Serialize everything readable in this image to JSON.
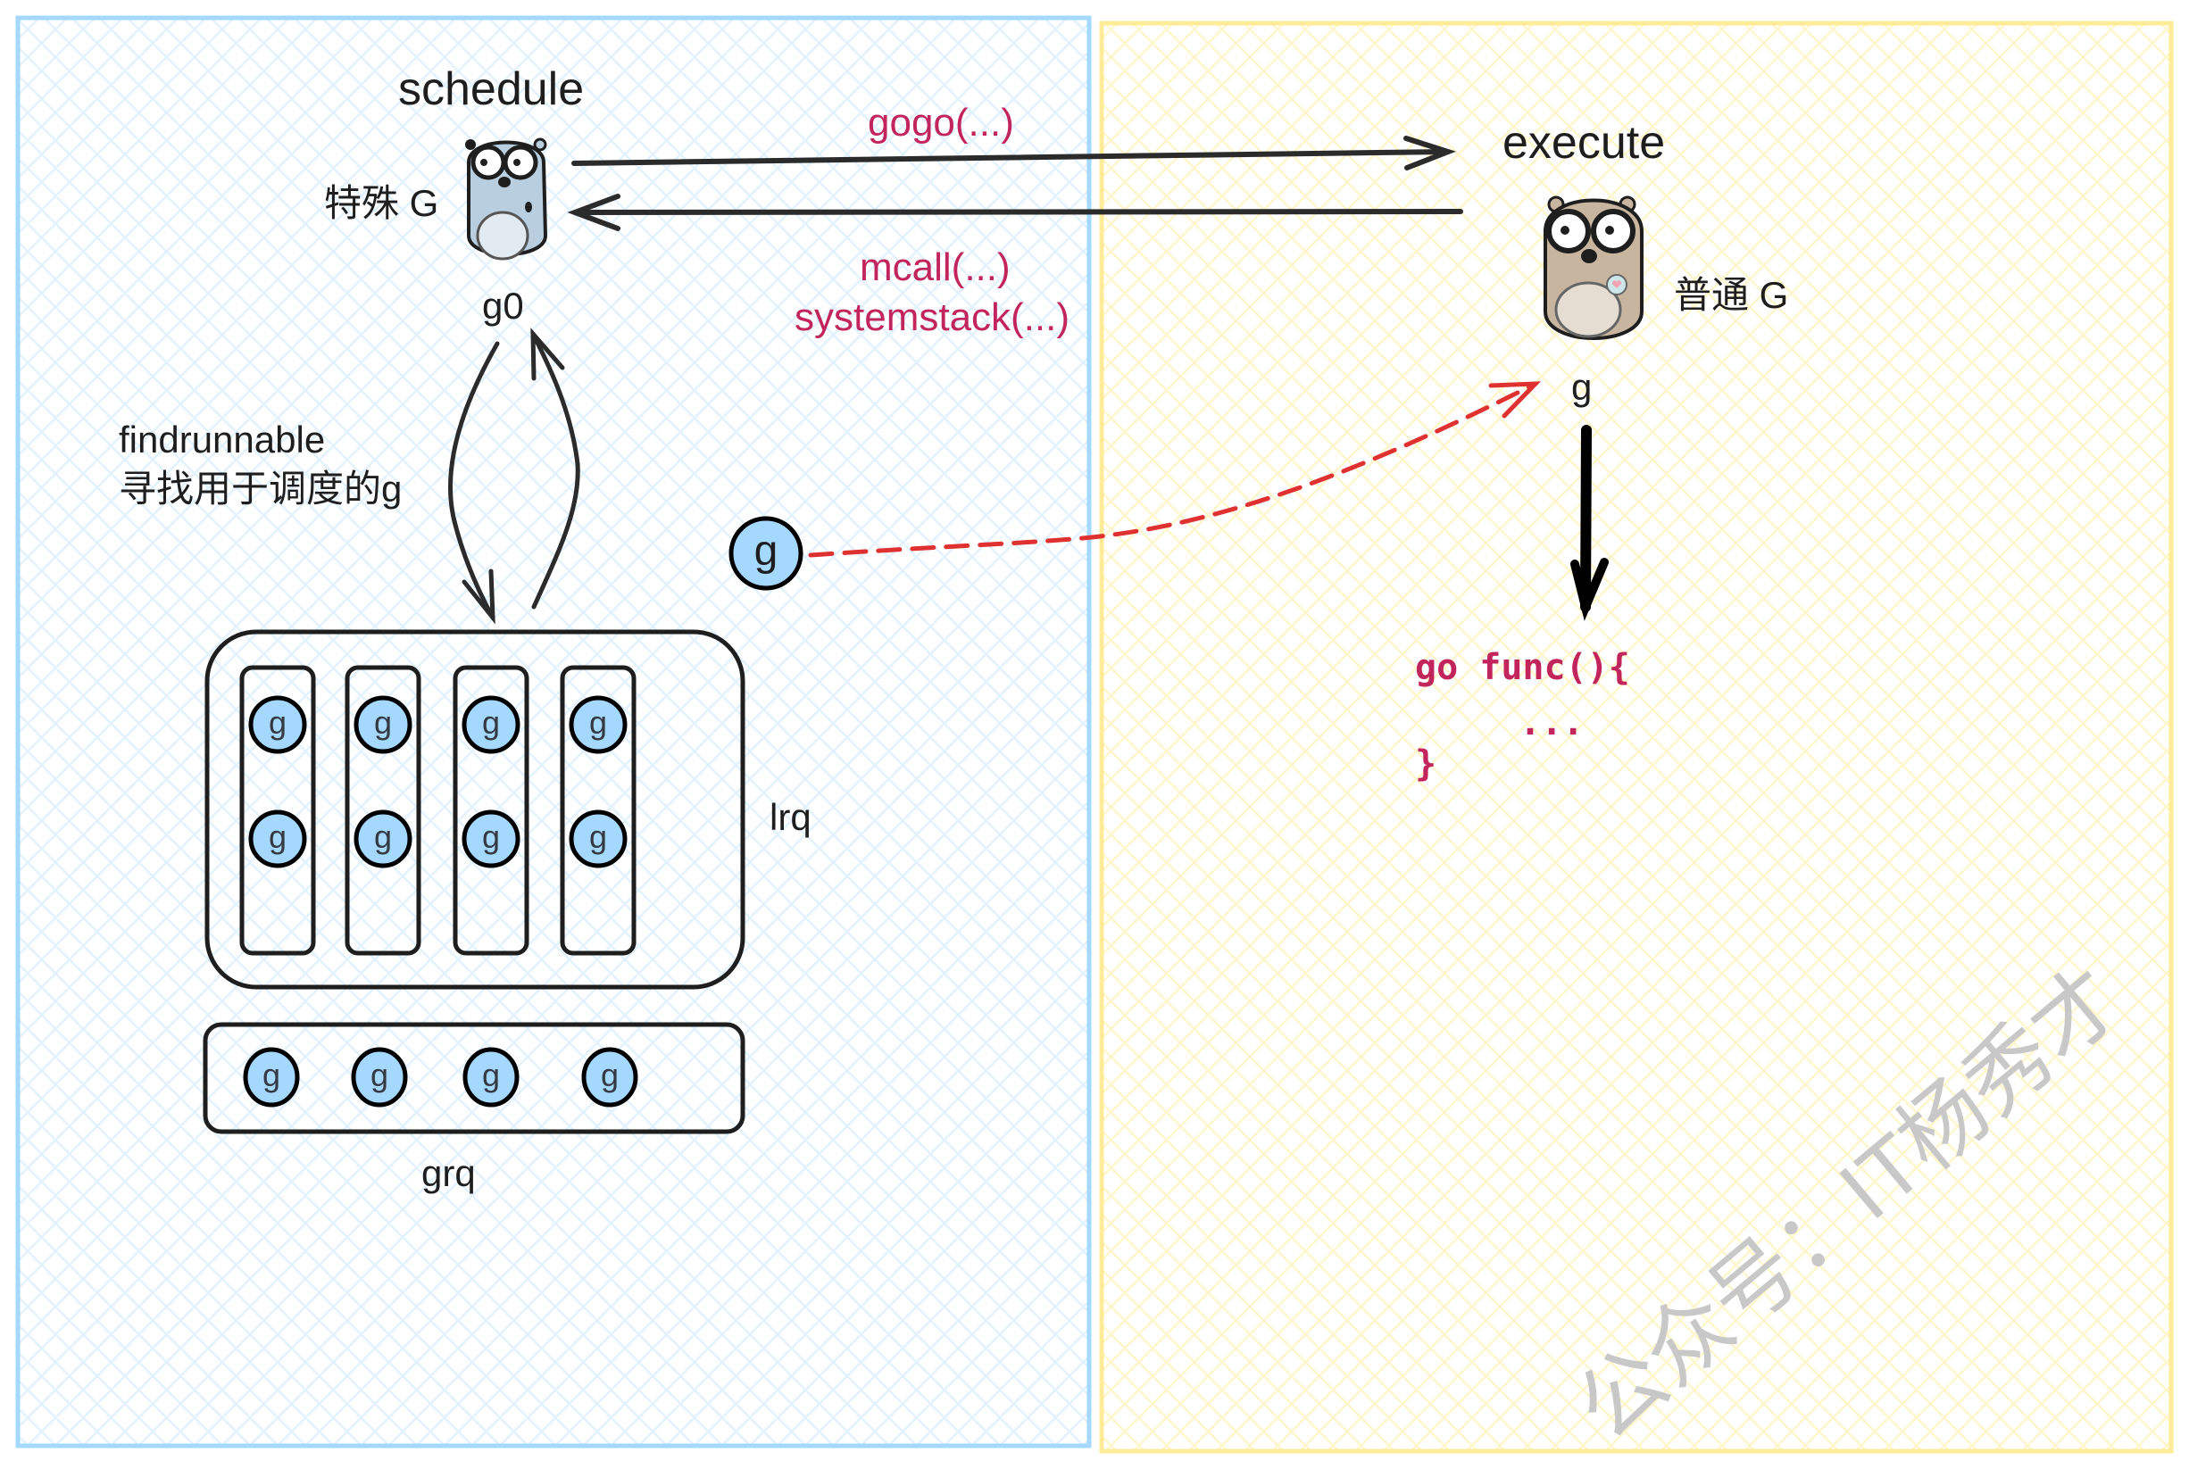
{
  "diagram": {
    "left_panel": {
      "title": "schedule",
      "gopher_label": "特殊 G",
      "gopher_name": "g0",
      "find_label_line1": "findrunnable",
      "find_label_line2": "寻找用于调度的g",
      "lrq_label": "lrq",
      "grq_label": "grq",
      "lrq_columns": [
        [
          "g",
          "g"
        ],
        [
          "g",
          "g"
        ],
        [
          "g",
          "g"
        ],
        [
          "g",
          "g"
        ]
      ],
      "grq_items": [
        "g",
        "g",
        "g",
        "g"
      ],
      "lone_g": "g"
    },
    "right_panel": {
      "title": "execute",
      "gopher_label": "普通 G",
      "gopher_name": "g",
      "code_line1": "go func(){",
      "code_line2": "...",
      "code_line3": "}"
    },
    "arrows": {
      "to_execute_label": "gogo(...)",
      "to_schedule_label_line1": "mcall(...)",
      "to_schedule_label_line2": "systemstack(...)"
    },
    "watermark": "公众号：IT杨秀才",
    "colors": {
      "left_border": "#a5d8ff",
      "left_hatch": "#e3f2ff",
      "right_border": "#ffec99",
      "right_hatch": "#fff6cc",
      "g_fill": "#a5d8ff",
      "stroke": "#1e1e1e",
      "accent_red": "#c2255c",
      "dashed_arrow": "#e03131",
      "gopher_blue": "#b9cfe0",
      "gopher_brown": "#c8b5a0"
    }
  }
}
